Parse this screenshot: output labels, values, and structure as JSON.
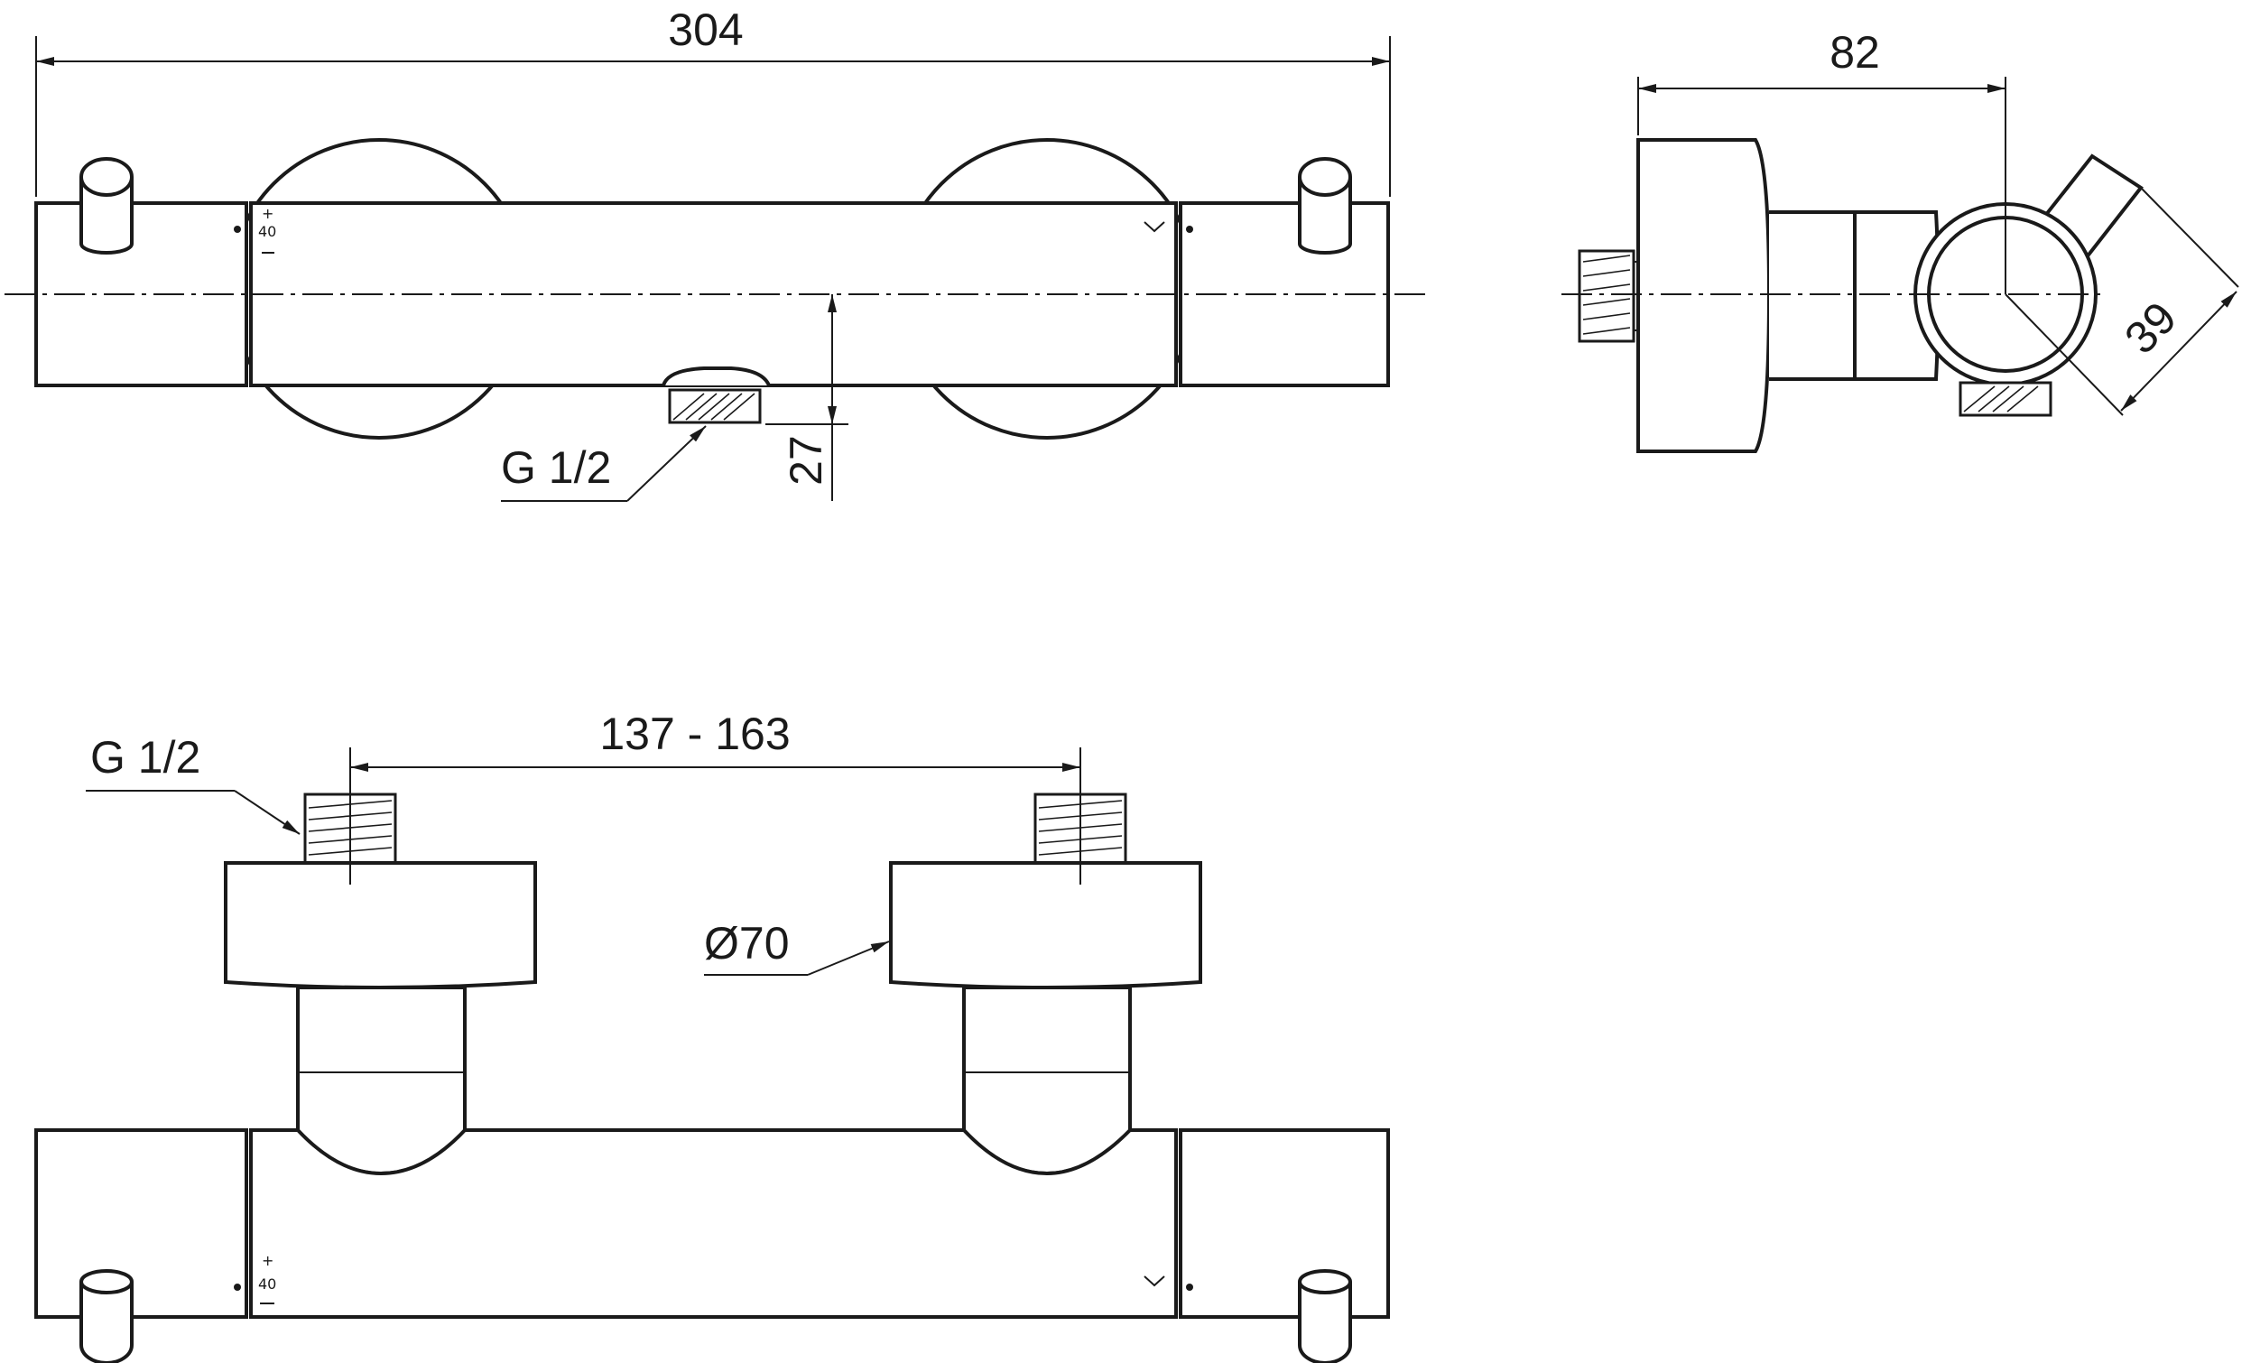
{
  "top_view": {
    "overall_length": "304",
    "outlet_thread": "G 1/2",
    "outlet_offset": "27",
    "scale_mark": "40"
  },
  "side_view": {
    "depth": "82",
    "outlet_height": "39"
  },
  "front_view": {
    "inlet_thread": "G 1/2",
    "inlet_spacing": "137 - 163",
    "flange_diameter": "Ø70",
    "scale_mark": "40"
  }
}
